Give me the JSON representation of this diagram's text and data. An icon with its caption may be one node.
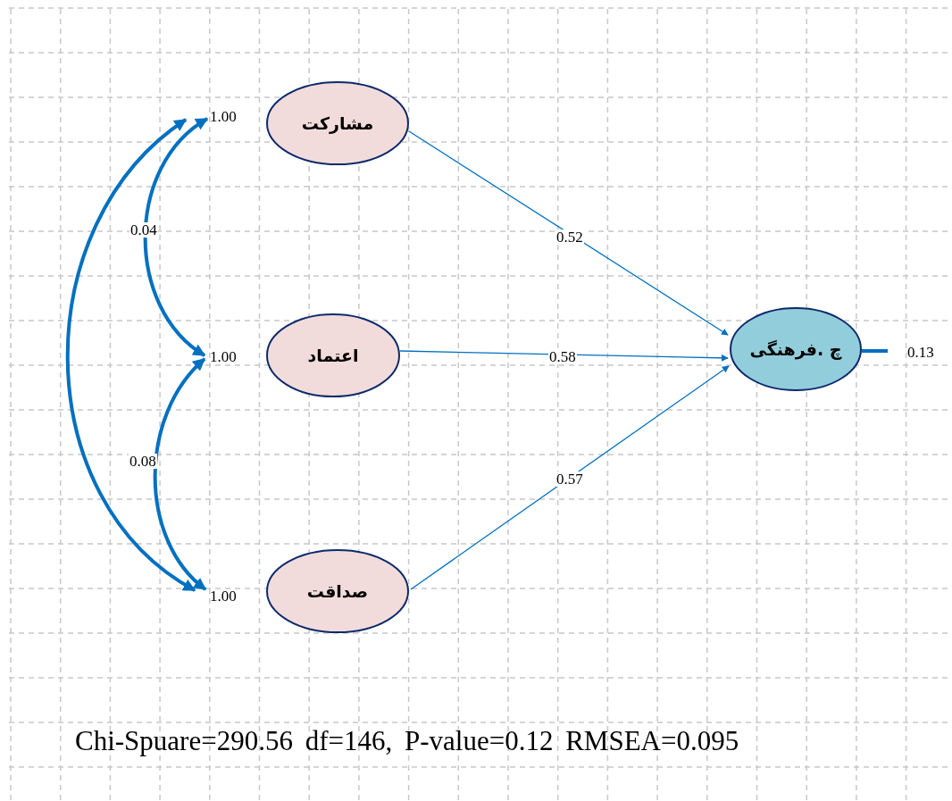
{
  "diagram": {
    "nodes": [
      {
        "text": [
          "مشارکت"
        ]
      },
      {
        "text": [
          "اعتماد"
        ]
      },
      {
        "text": [
          "صداقت"
        ]
      },
      {
        "text": [
          "چ .فرهنگی"
        ]
      },
      {
        "text": [
          "1.00"
        ]
      },
      {
        "text": [
          "1.00"
        ]
      },
      {
        "text": [
          "1.00"
        ]
      },
      {
        "text": [
          "0.13"
        ]
      }
    ],
    "edges": [
      {
        "from": 0,
        "to": 3,
        "arrow": "to",
        "label": "0.52"
      },
      {
        "from": 1,
        "to": 3,
        "arrow": "to",
        "label": "0.58"
      },
      {
        "from": 2,
        "to": 3,
        "arrow": "to",
        "label": "0.57"
      },
      {
        "from": 4,
        "to": 5,
        "arrow": "both",
        "label": "0.04"
      },
      {
        "from": 5,
        "to": 6,
        "arrow": "both",
        "label": "0.08"
      },
      {
        "from": 4,
        "to": 6,
        "arrow": "both"
      },
      {
        "from": 3,
        "to": 7,
        "arrow": "none"
      }
    ],
    "labels": [
      "Chi-Spuare=290.56 df=146, P-value=0.12 RMSEA=0.095"
    ]
  }
}
